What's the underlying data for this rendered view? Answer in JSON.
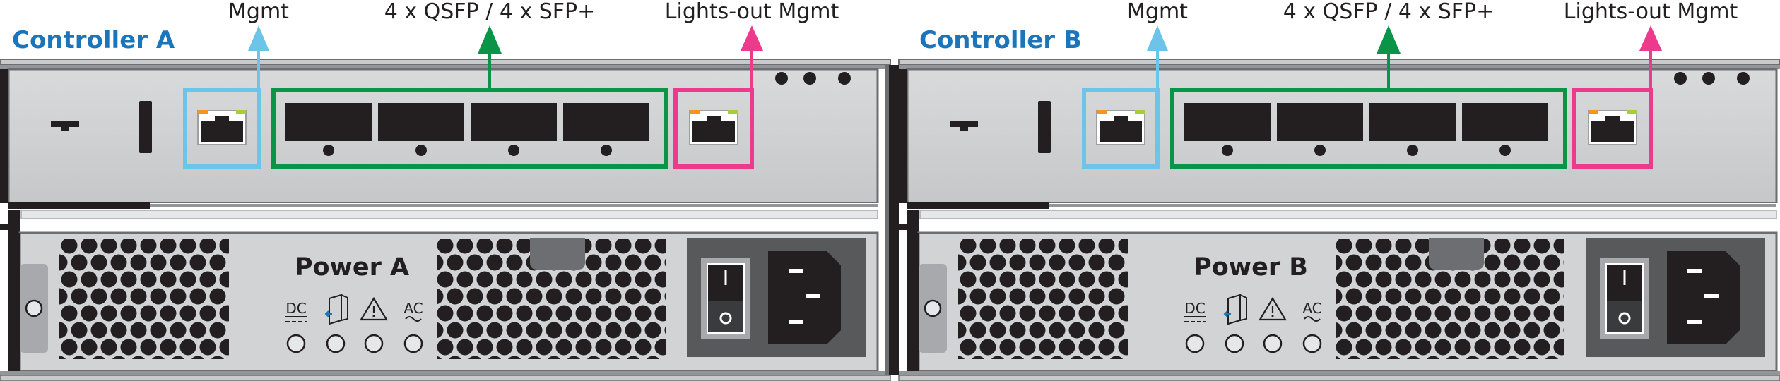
{
  "labels": {
    "mgmt": "Mgmt",
    "ports": "4 x QSFP / 4 x SFP+",
    "lom": "Lights-out Mgmt"
  },
  "controllers": [
    {
      "name": "Controller A",
      "power": "Power A"
    },
    {
      "name": "Controller B",
      "power": "Power B"
    }
  ],
  "symbols": {
    "dc": "DC",
    "ac": "AC"
  },
  "colors": {
    "controller_text": "#1b75bb",
    "mgmt": "#6cc5e8",
    "ports": "#0a9447",
    "lom": "#ec3a8c"
  },
  "icons": [
    "rj45-port-icon",
    "sfp-cage-icon",
    "hazard-warning-icon",
    "dc-symbol-icon",
    "ac-symbol-icon",
    "door-icon",
    "power-switch-icon",
    "iec-inlet-icon"
  ]
}
